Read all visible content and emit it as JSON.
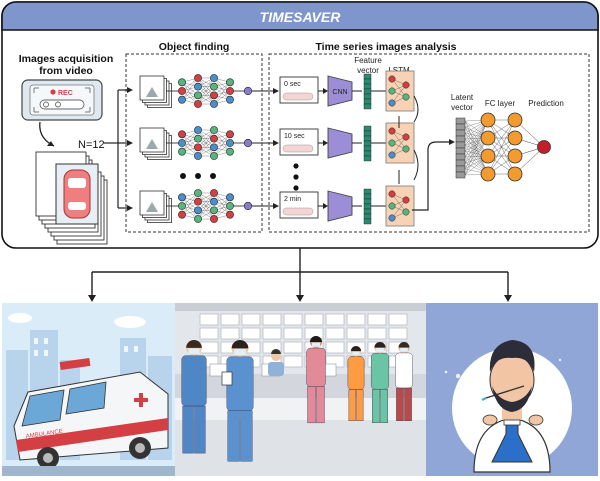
{
  "header": {
    "title": "TIMESAVER",
    "bg": "#7f96cd"
  },
  "acquisition": {
    "title_line1": "Images acquisition",
    "title_line2": "from video",
    "rec": "REC",
    "count": "N=12"
  },
  "object_finding": {
    "title": "Object finding"
  },
  "analysis": {
    "title": "Time series images analysis",
    "feature_line1": "Feature",
    "feature_line2": "vector",
    "lstm": "LSTM",
    "latent_line1": "Latent",
    "latent_line2": "vector",
    "fc_layer": "FC layer",
    "prediction": "Prediction",
    "cnn": "CNN",
    "time_labels": [
      "0 sec",
      "10 sec",
      "2 min"
    ]
  },
  "colors": {
    "node_green": "#57b57e",
    "node_red": "#d33f43",
    "node_blue": "#4a8fcd",
    "node_purple": "#8a7bc8",
    "cnn": "#9b8ed6",
    "feature": "#2e8a6e",
    "lstm_bg": "#f7d2b5",
    "fc_orange": "#f39b2e",
    "prediction": "#c21f28",
    "scene_sky": "#d9ecf8",
    "scene_lobby": "#e3e6ea",
    "scene_right": "#8fa6d6"
  },
  "scenes": [
    {
      "id": "ambulance",
      "sign": "AMBULANCE"
    },
    {
      "id": "hospital-lobby"
    },
    {
      "id": "lab-technician"
    }
  ]
}
